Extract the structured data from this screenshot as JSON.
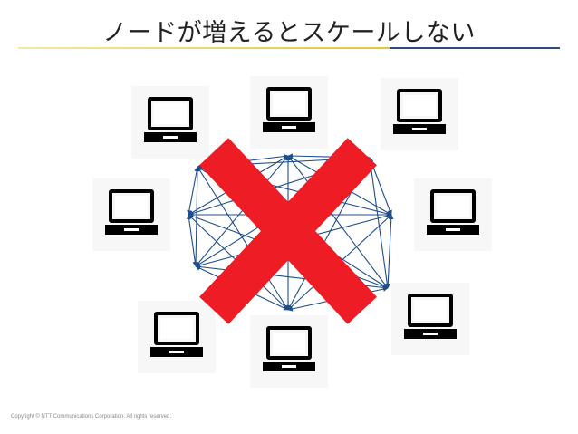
{
  "slide": {
    "title": "ノードが増えるとスケールしない",
    "copyright": "Copyright © NTT Communications Corporation. All rights reserved."
  },
  "diagram": {
    "node_icon": "laptop-icon",
    "node_count": 8,
    "overlay_icon": "cross-mark-icon",
    "colors": {
      "edge": "#1f4e8c",
      "cross": "#ee1c25",
      "laptop": "#000000"
    }
  }
}
